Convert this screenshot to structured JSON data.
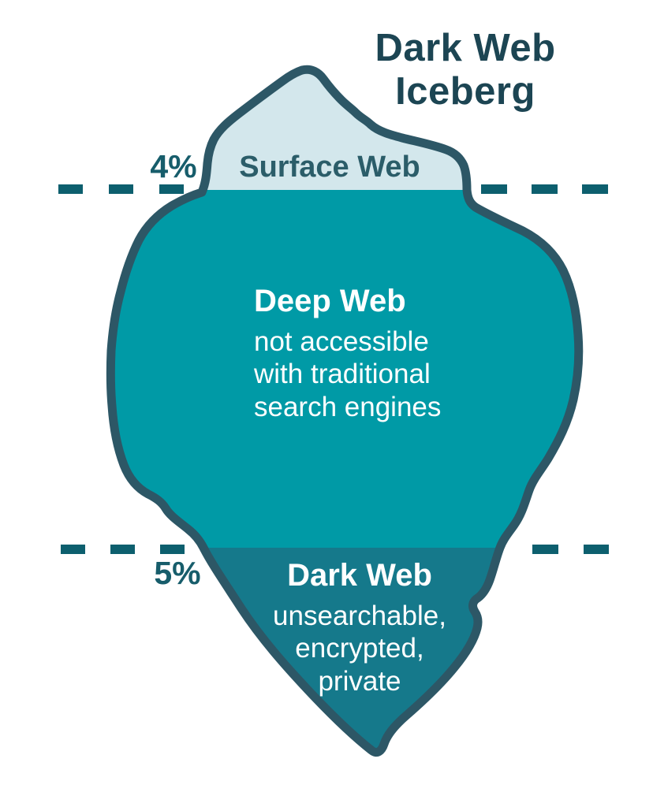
{
  "title": {
    "line1": "Dark Web",
    "line2": "Iceberg"
  },
  "sections": [
    {
      "id": "surface-web",
      "label": "Surface Web",
      "percent": "4%"
    },
    {
      "id": "deep-web",
      "label": "Deep Web",
      "description": "not accessible\nwith traditional\nsearch engines"
    },
    {
      "id": "dark-web",
      "label": "Dark Web",
      "percent": "5%",
      "description": "unsearchable,\nencrypted,\nprivate"
    }
  ],
  "colors": {
    "surface_fill": "#d3e7ec",
    "deep_fill": "#009aa6",
    "dark_fill": "#15798b",
    "outline": "#2d5766",
    "dash": "#0d5f6e",
    "title_text": "#1c4553",
    "percent_text": "#175d6b",
    "surface_label_text": "#2b5d69",
    "body_text": "#ffffff"
  }
}
